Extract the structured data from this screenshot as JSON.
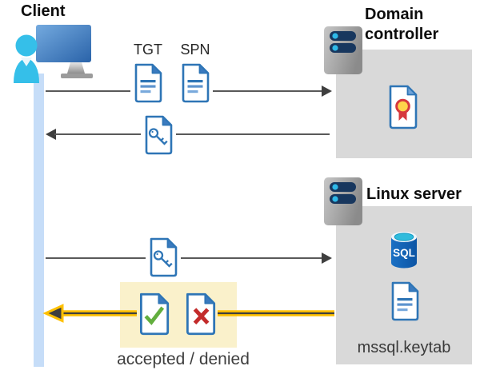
{
  "labels": {
    "client": "Client",
    "domain_controller": "Domain controller",
    "linux_server": "Linux server",
    "tgt": "TGT",
    "spn": "SPN",
    "sql": "SQL",
    "keytab_file": "mssql.keytab",
    "result": "accepted / denied"
  },
  "flows": [
    {
      "from": "client",
      "to": "domain-controller",
      "carries": "TGT, SPN documents",
      "direction": "right"
    },
    {
      "from": "domain-controller",
      "to": "client",
      "carries": "key ticket document",
      "direction": "left"
    },
    {
      "from": "client",
      "to": "linux-server",
      "carries": "key ticket document",
      "direction": "right"
    },
    {
      "from": "linux-server",
      "to": "client",
      "carries": "accepted / denied result",
      "direction": "left",
      "highlighted": true
    }
  ],
  "icons": {
    "client": "person-at-monitor-icon",
    "servers": "server-rack-icon",
    "domain_controller_item": "certificate-icon",
    "linux_items": [
      "sql-database-icon",
      "keytab-file-icon"
    ],
    "results": [
      "check-document-icon",
      "x-document-icon"
    ]
  },
  "colors": {
    "doc_blue": "#2e75b6",
    "person_cyan": "#35bfe9",
    "panel_gray": "#d9d9d9",
    "highlight_yellow_box": "#faf1cb",
    "arrow_yellow": "#ffc000",
    "arrow_gray": "#595959",
    "arrowhead_dark": "#3f3f3f",
    "accepted_green": "#62ae3e",
    "denied_red": "#c32b2b",
    "lifeline_blue": "#c6ddf8",
    "sql_blue": "#1265b4",
    "cert_seal_yellow": "#ffd44a",
    "cert_seal_red": "#d6383d"
  }
}
